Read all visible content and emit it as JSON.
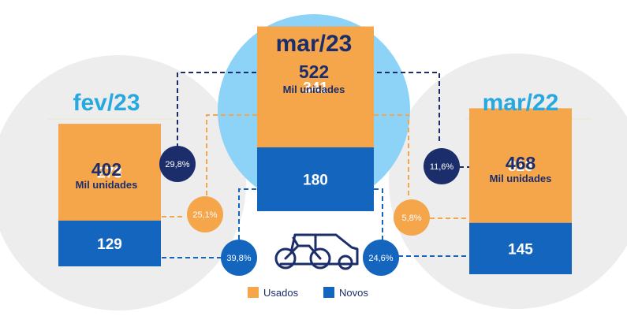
{
  "colors": {
    "usados": "#F5A54A",
    "novos": "#1465BE",
    "navy": "#1B2E6B",
    "light_blue": "#8DD3F7",
    "grey_circle": "#EDEDED",
    "cyan_text": "#27A8E0"
  },
  "chart_data": {
    "type": "bar",
    "stacked": true,
    "unit": "Mil unidades",
    "categories": [
      "fev/23",
      "mar/23",
      "mar/22"
    ],
    "totals": [
      402,
      522,
      468
    ],
    "series": [
      {
        "name": "Usados",
        "values": [
          273,
          341,
          323
        ]
      },
      {
        "name": "Novos",
        "values": [
          129,
          180,
          145
        ]
      }
    ],
    "comparisons": {
      "vs_fev23": {
        "total": "29,8%",
        "usados": "25,1%",
        "novos": "39,8%"
      },
      "vs_mar22": {
        "total": "11,6%",
        "usados": "5,8%",
        "novos": "24,6%"
      }
    },
    "legend": [
      "Usados",
      "Novos"
    ],
    "legend_position": "bottom-center"
  }
}
